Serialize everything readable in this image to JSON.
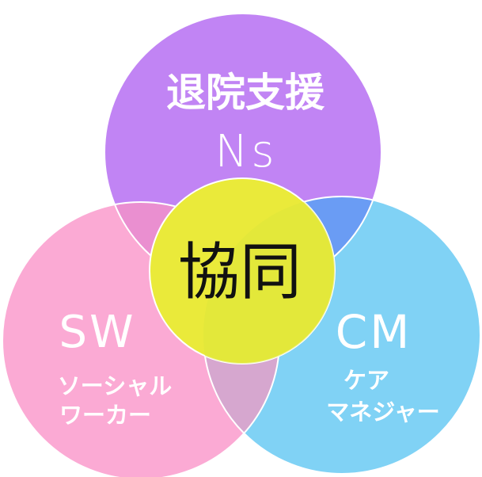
{
  "diagram": {
    "circles": [
      {
        "id": "top",
        "title": "退院支援",
        "abbr": "Ns",
        "color": "#c184f4"
      },
      {
        "id": "left",
        "abbr": "SW",
        "subtitle_line1": "ソーシャル",
        "subtitle_line2": "ワーカー",
        "color": "#fbaad4"
      },
      {
        "id": "right",
        "abbr": "CM",
        "subtitle_line1": "ケア",
        "subtitle_line2": "マネジャー",
        "color": "#80d2f5"
      }
    ],
    "center": {
      "label": "協同",
      "color": "#eaea3a"
    },
    "overlap_colors": {
      "top_left": "#ea8fd0",
      "top_right": "#6a9cf4",
      "left_right": "#d6a7cf"
    }
  }
}
